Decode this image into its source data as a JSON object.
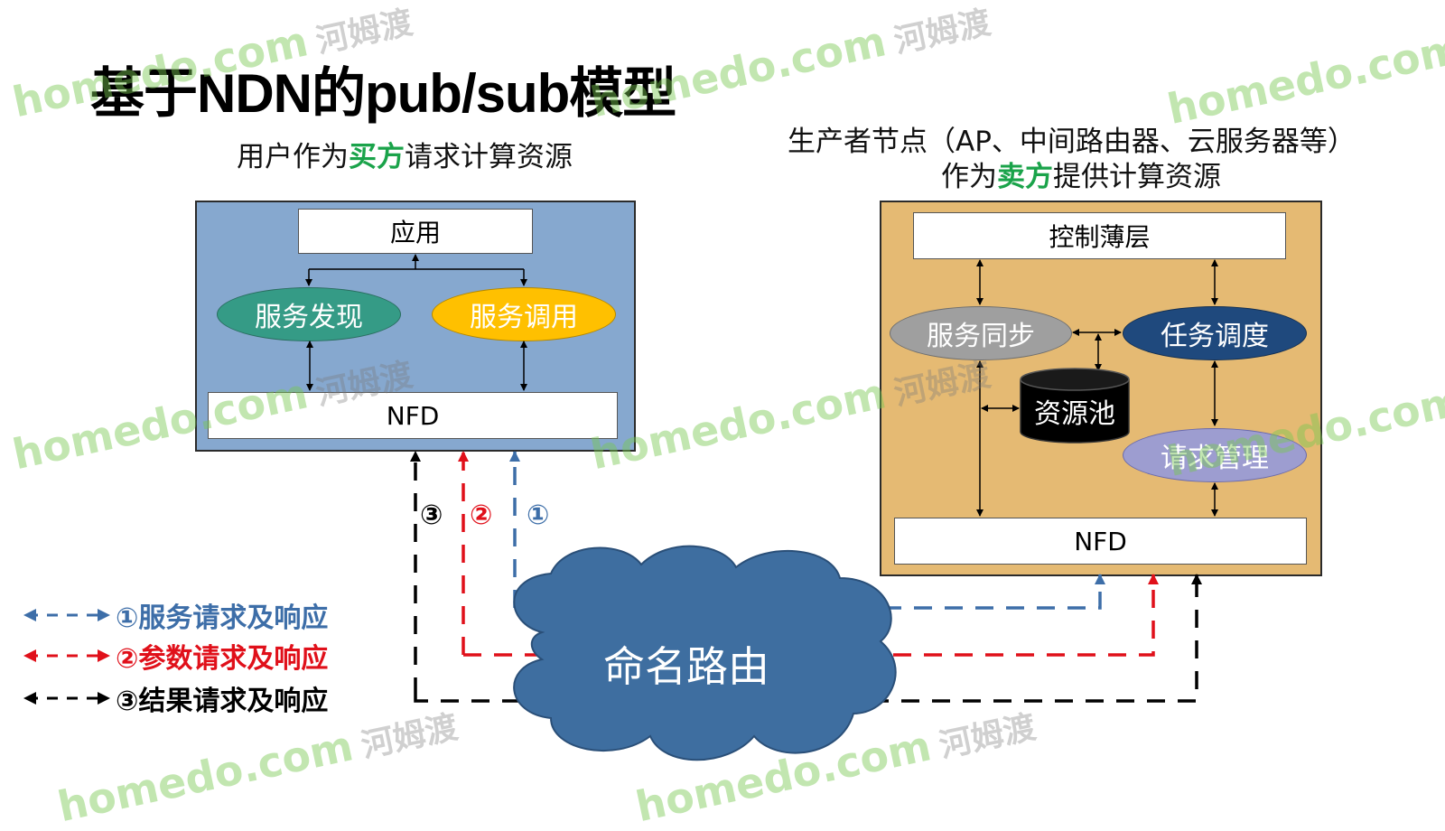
{
  "title": "基于NDN的pub/sub模型",
  "left_header": {
    "prefix": "用户作为",
    "highlight": "买方",
    "suffix": "请求计算资源"
  },
  "right_header": {
    "line1": "生产者节点（AP、中间路由器、云服务器等）",
    "prefix": "作为",
    "highlight": "卖方",
    "suffix": "提供计算资源"
  },
  "user_node": {
    "app": "应用",
    "discovery": "服务发现",
    "invoke": "服务调用",
    "nfd": "NFD"
  },
  "producer_node": {
    "control": "控制薄层",
    "sync": "服务同步",
    "schedule": "任务调度",
    "pool": "资源池",
    "request_mgmt": "请求管理",
    "nfd": "NFD"
  },
  "cloud_label": "命名路由",
  "flow_numbers": [
    "③",
    "②",
    "①"
  ],
  "legend": [
    {
      "label": "①服务请求及响应",
      "color": "#3d6ea8"
    },
    {
      "label": "②参数请求及响应",
      "color": "#e0101a"
    },
    {
      "label": "③结果请求及响应",
      "color": "#000000"
    }
  ],
  "watermark": {
    "text": "homedo.com",
    "cn": "河姆渡"
  },
  "colors": {
    "user_panel": "#86a8cf",
    "producer_panel": "#e5ba73",
    "discovery": "#359b86",
    "invoke": "#ffc000",
    "sync": "#9f9f9f",
    "schedule": "#1f497d",
    "request_mgmt": "#9d9dd0",
    "cloud": "#3e6ea0"
  }
}
